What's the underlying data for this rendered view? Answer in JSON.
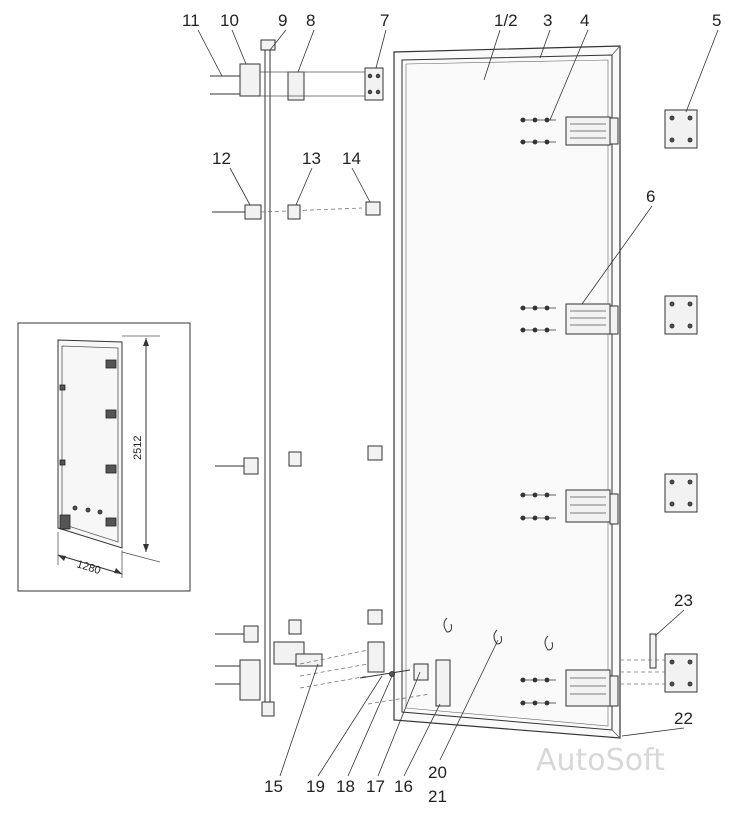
{
  "part_labels": [
    "11",
    "10",
    "9",
    "8",
    "7",
    "1/2",
    "3",
    "4",
    "5",
    "12",
    "13",
    "14",
    "6",
    "23",
    "22",
    "15",
    "19",
    "18",
    "17",
    "16",
    "20",
    "21"
  ],
  "inset": {
    "height_dim": "2512",
    "width_dim": "1280"
  },
  "watermark": "AutoSoft"
}
